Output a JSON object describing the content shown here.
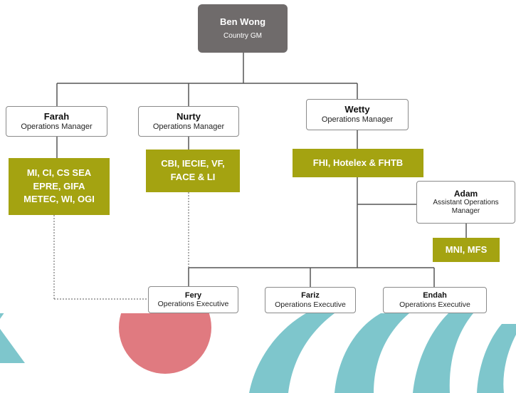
{
  "org_chart": {
    "ceo": {
      "name": "Ben Wong",
      "role": "Country GM"
    },
    "managers": [
      {
        "name": "Farah",
        "role": "Operations Manager",
        "group_lines": [
          "MI, CI, CS SEA",
          "EPRE, GIFA",
          "METEC, WI, OGI"
        ]
      },
      {
        "name": "Nurty",
        "role": "Operations Manager",
        "group_lines": [
          "CBI, IECIE, VF,",
          "FACE & LI"
        ]
      },
      {
        "name": "Wetty",
        "role": "Operations Manager",
        "group_lines": [
          "FHI, Hotelex & FHTB"
        ]
      }
    ],
    "assistant": {
      "name": "Adam",
      "role_lines": [
        "Assistant Operations",
        "Manager"
      ],
      "group_lines": [
        "MNI, MFS"
      ]
    },
    "executives": [
      {
        "name": "Fery",
        "role": "Operations Executive"
      },
      {
        "name": "Fariz",
        "role": "Operations Executive"
      },
      {
        "name": "Endah",
        "role": "Operations Executive"
      }
    ]
  },
  "colors": {
    "ceo_box": "#6f6b6b",
    "group_box": "#a4a311",
    "connector": "#555555",
    "decor_teal": "#7ec6cc",
    "decor_pink": "#e07a80"
  }
}
